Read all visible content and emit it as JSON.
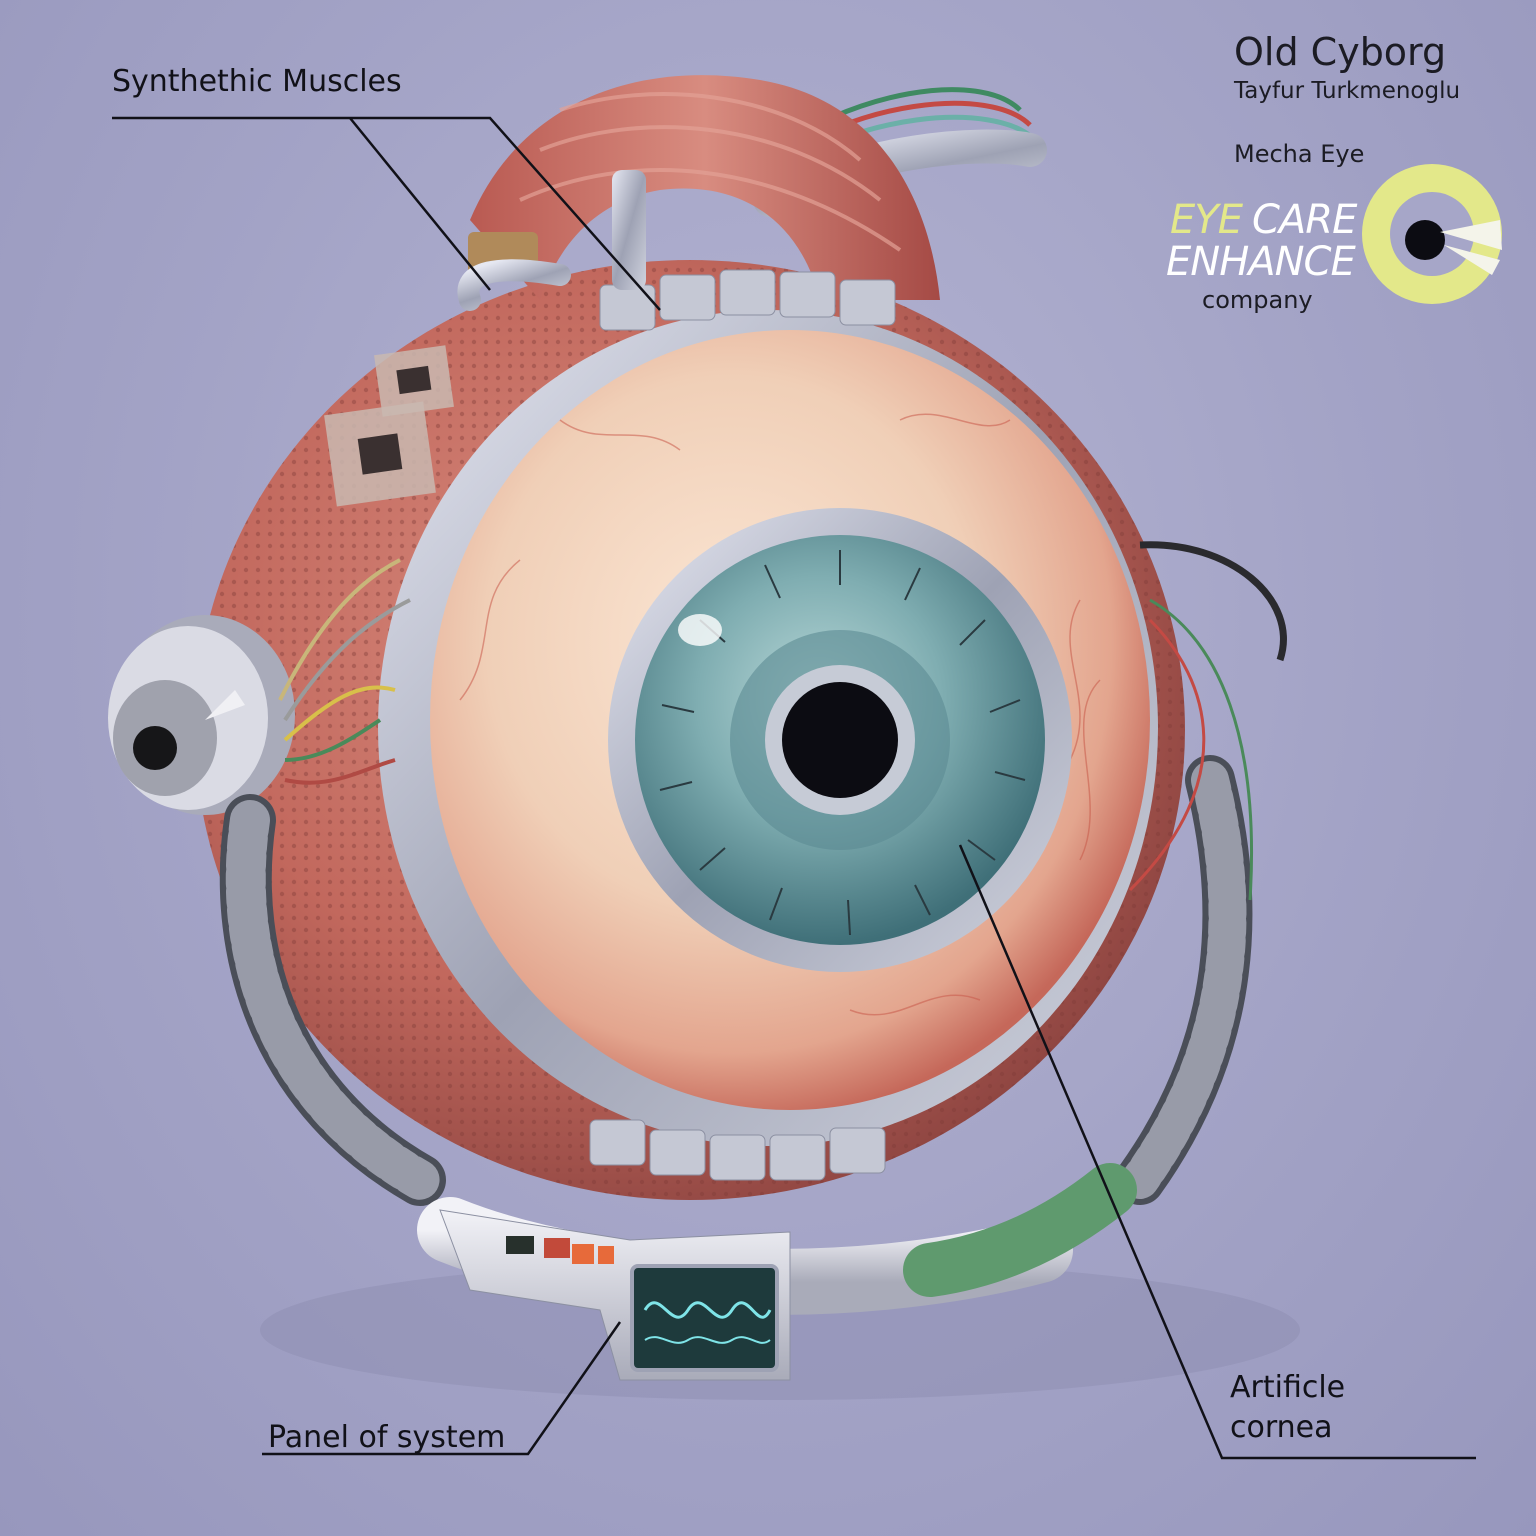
{
  "labels": {
    "muscles": "Synthethic Muscles",
    "panel": "Panel of system",
    "cornea_line1": "Artificle",
    "cornea_line2": "cornea"
  },
  "credits": {
    "title": "Old Cyborg",
    "author": "Tayfur Turkmenoglu",
    "subtitle": "Mecha Eye"
  },
  "logo": {
    "word1": "EYE",
    "word2": "CARE",
    "word3": "ENHANCE",
    "tagline": "company",
    "accent_color": "#e3e88a",
    "text_color": "#ffffff"
  },
  "colors": {
    "background": "#a6a6c8",
    "sclera": "#f1d2bc",
    "iris": "#79a7ac",
    "muscle": "#c66a5f",
    "metal": "#b9bccb",
    "label_line": "#111118"
  }
}
